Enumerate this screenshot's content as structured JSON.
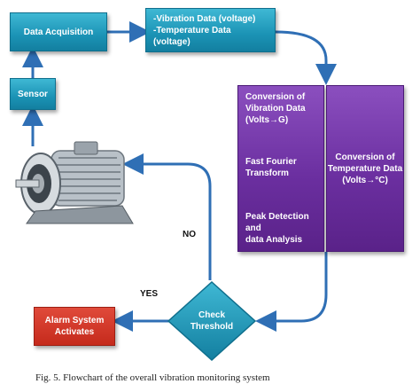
{
  "nodes": {
    "data_acquisition": "Data Acquisition",
    "signals": [
      "-Vibration Data (voltage)",
      "-Temperature Data (voltage)"
    ],
    "sensor": "Sensor",
    "vibration_processing": {
      "conversion": [
        "Conversion of",
        "Vibration Data",
        "(Volts→G)"
      ],
      "fft": [
        "Fast Fourier",
        "Transform"
      ],
      "peak": [
        "Peak Detection and",
        "data Analysis"
      ]
    },
    "temperature_conversion": [
      "Conversion of",
      "Temperature Data",
      "(Volts→°C)"
    ],
    "check_threshold": [
      "Check",
      "Threshold"
    ],
    "alarm": [
      "Alarm System",
      "Activates"
    ]
  },
  "edge_labels": {
    "no": "NO",
    "yes": "YES"
  },
  "caption": "Fig. 5. Flowchart of the overall vibration monitoring system",
  "colors": {
    "teal": "#1b93b5",
    "purple": "#6b2fa0",
    "red": "#c52a1c",
    "arrow": "#2f6fb5"
  }
}
